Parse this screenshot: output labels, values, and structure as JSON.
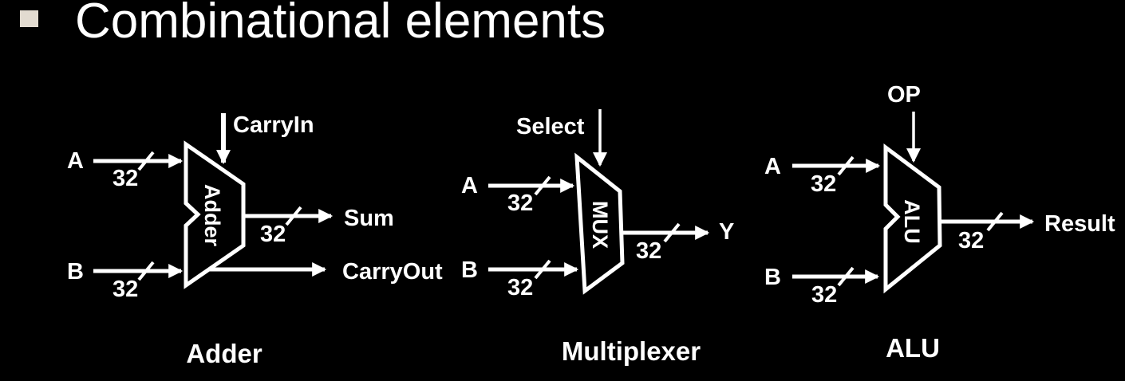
{
  "title": {
    "text": "Combinational elements"
  },
  "colors": {
    "background": "#000000",
    "foreground": "#ffffff",
    "bullet": "#e2dbd0"
  },
  "diagrams": {
    "adder": {
      "caption": "Adder",
      "block_label": "Adder",
      "input_a": "A",
      "input_a_width": "32",
      "input_b": "B",
      "input_b_width": "32",
      "control": "CarryIn",
      "output_sum": "Sum",
      "output_sum_width": "32",
      "output_carry": "CarryOut"
    },
    "mux": {
      "caption": "Multiplexer",
      "block_label": "MUX",
      "input_a": "A",
      "input_a_width": "32",
      "input_b": "B",
      "input_b_width": "32",
      "control": "Select",
      "output_y": "Y",
      "output_y_width": "32"
    },
    "alu": {
      "caption": "ALU",
      "block_label": "ALU",
      "input_a": "A",
      "input_a_width": "32",
      "input_b": "B",
      "input_b_width": "32",
      "control": "OP",
      "output_result": "Result",
      "output_result_width": "32"
    }
  }
}
